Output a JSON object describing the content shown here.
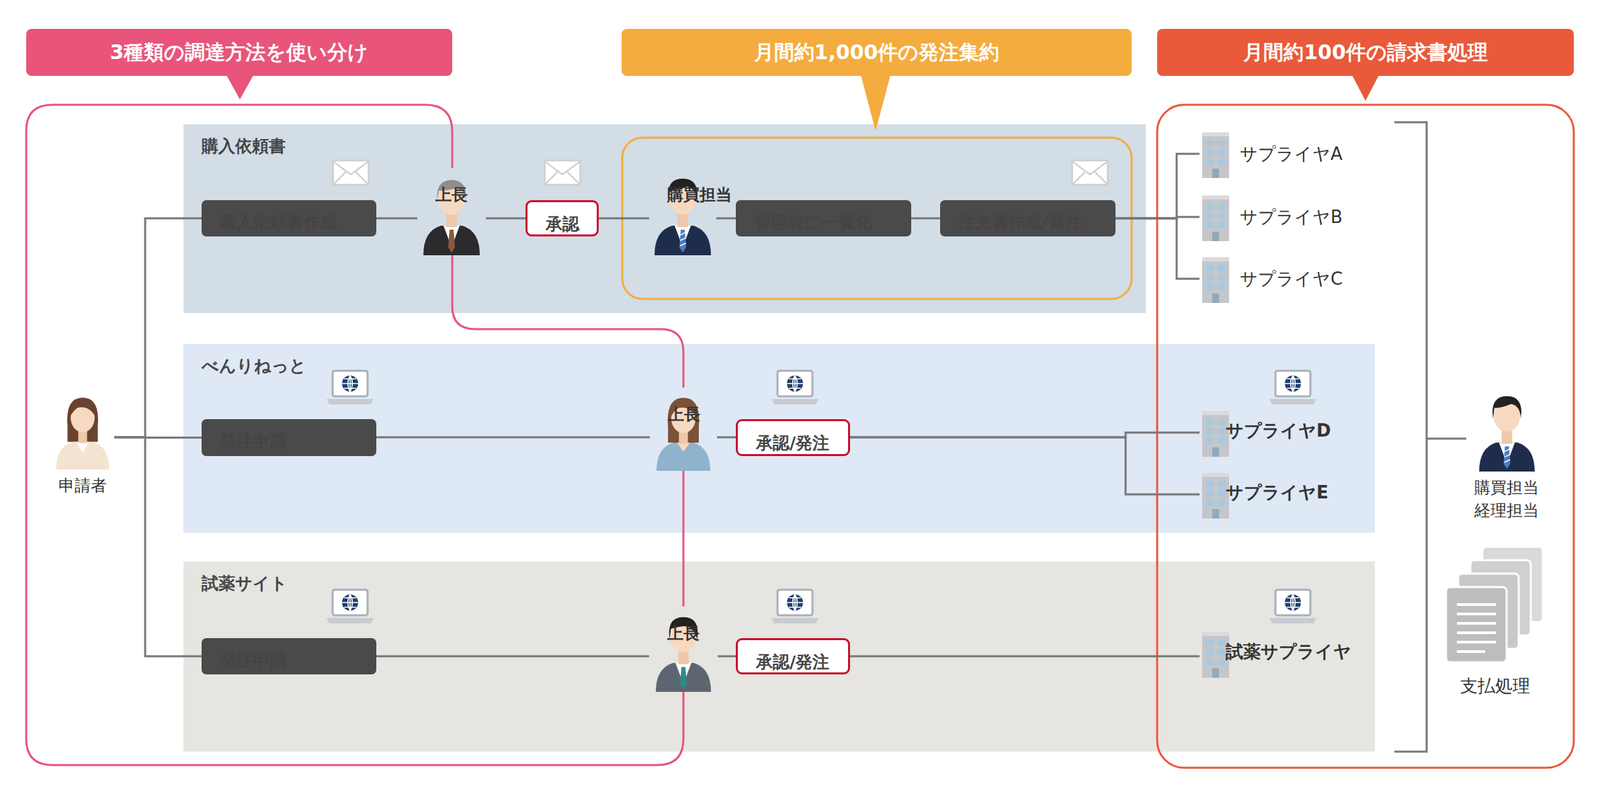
{
  "diagram": {
    "nodes": [
      {
        "text": [
          "3種類の調達方法を使い分け"
        ]
      },
      {
        "text": [
          "月間約1,000件の発注集約"
        ]
      },
      {
        "text": [
          "月間約100件の請求書処理"
        ]
      },
      {
        "text": [
          "購入依頼書"
        ]
      },
      {
        "text": [
          "購入依頼書作成"
        ],
        "in": 3
      },
      {
        "text": [
          "上長"
        ],
        "in": 3
      },
      {
        "text": [
          "承認"
        ],
        "in": 3
      },
      {
        "text": [
          "購買担当"
        ],
        "in": 3
      },
      {
        "text": [
          "管理表に一覧化"
        ],
        "in": 3
      },
      {
        "text": [
          "注文書作成/発注"
        ],
        "in": 3
      },
      {
        "text": [
          "サプライヤA"
        ]
      },
      {
        "text": [
          "サプライヤB"
        ]
      },
      {
        "text": [
          "サプライヤC"
        ]
      },
      {
        "text": [
          "申請者"
        ]
      },
      {
        "text": [
          "べんりねっと"
        ]
      },
      {
        "text": [
          "発注申請"
        ],
        "in": 14
      },
      {
        "text": [
          "上長"
        ],
        "in": 14
      },
      {
        "text": [
          "承認/発注"
        ],
        "in": 14
      },
      {
        "text": [
          "サプライヤD"
        ],
        "in": 14
      },
      {
        "text": [
          "サプライヤE"
        ],
        "in": 14
      },
      {
        "text": [
          "購買担当 経理担当"
        ]
      },
      {
        "text": [
          "試薬サイト"
        ]
      },
      {
        "text": [
          "発注申請"
        ],
        "in": 21
      },
      {
        "text": [
          "上長"
        ],
        "in": 21
      },
      {
        "text": [
          "承認/発注"
        ],
        "in": 21
      },
      {
        "text": [
          "試薬サプライヤ"
        ],
        "in": 21
      },
      {
        "text": [
          "支払処理"
        ]
      }
    ],
    "edges": [
      {
        "from": 13,
        "to": 4,
        "arrow": "none"
      },
      {
        "from": 13,
        "to": 15,
        "arrow": "none"
      },
      {
        "from": 13,
        "to": 22,
        "arrow": "none"
      },
      {
        "from": 4,
        "to": 5,
        "arrow": "none"
      },
      {
        "from": 5,
        "to": 6,
        "arrow": "none"
      },
      {
        "from": 6,
        "to": 7,
        "arrow": "none"
      },
      {
        "from": 7,
        "to": 8,
        "arrow": "none"
      },
      {
        "from": 8,
        "to": 9,
        "arrow": "none"
      },
      {
        "from": 9,
        "to": 10,
        "arrow": "none"
      },
      {
        "from": 9,
        "to": 11,
        "arrow": "none"
      },
      {
        "from": 9,
        "to": 12,
        "arrow": "none"
      },
      {
        "from": 15,
        "to": 16,
        "arrow": "none"
      },
      {
        "from": 16,
        "to": 17,
        "arrow": "none"
      },
      {
        "from": 17,
        "to": 18,
        "arrow": "none"
      },
      {
        "from": 17,
        "to": 19,
        "arrow": "none"
      },
      {
        "from": 22,
        "to": 23,
        "arrow": "none"
      },
      {
        "from": 23,
        "to": 24,
        "arrow": "none"
      },
      {
        "from": 24,
        "to": 25,
        "arrow": "none"
      }
    ]
  }
}
